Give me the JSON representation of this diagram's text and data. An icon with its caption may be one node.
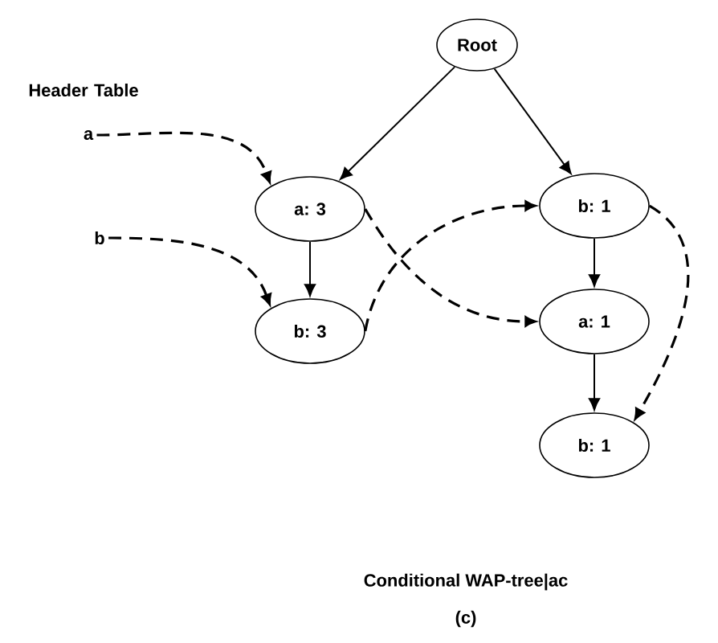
{
  "diagram": {
    "caption": "Conditional WAP-tree|ac",
    "nodes": [
      {
        "text": [
          "Root"
        ]
      },
      {
        "text": [
          "a"
        ]
      },
      {
        "text": [
          "a: 3"
        ]
      },
      {
        "text": [
          "b: 1"
        ]
      },
      {
        "text": [
          "b"
        ]
      },
      {
        "text": [
          "b: 3"
        ]
      },
      {
        "text": [
          "a: 1"
        ]
      },
      {
        "text": [
          "b: 1"
        ]
      }
    ],
    "edges": [
      {
        "from": 0,
        "to": 2,
        "arrow": "to"
      },
      {
        "from": 0,
        "to": 3,
        "arrow": "to"
      },
      {
        "from": 2,
        "to": 5,
        "arrow": "to"
      },
      {
        "from": 3,
        "to": 6,
        "arrow": "to"
      },
      {
        "from": 6,
        "to": 7,
        "arrow": "to"
      },
      {
        "from": 1,
        "to": 2,
        "arrow": "to",
        "style": "dashed"
      },
      {
        "from": 4,
        "to": 5,
        "arrow": "to",
        "style": "dashed"
      },
      {
        "from": 2,
        "to": 6,
        "arrow": "to",
        "style": "dashed"
      },
      {
        "from": 5,
        "to": 3,
        "arrow": "to",
        "style": "dashed"
      },
      {
        "from": 3,
        "to": 7,
        "arrow": "to",
        "style": "dashed"
      }
    ],
    "labels": [
      "Header Table",
      "(c)"
    ]
  }
}
